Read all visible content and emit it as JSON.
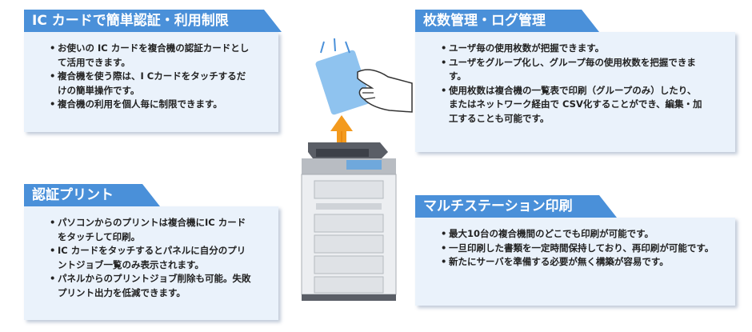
{
  "panels": {
    "ic_card": {
      "title": "IC カードで簡単認証・利用制限",
      "items": [
        "お使いの IC カードを複合機の認証カードとして活用できます。",
        "複合機を使う際は、I Cカードをタッチするだけの簡単操作です。",
        "複合機の利用を個人毎に制限できます。"
      ]
    },
    "auth_print": {
      "title": "認証プリント",
      "items": [
        "パソコンからのプリントは複合機にIC カードをタッチして印刷。",
        "IC カードをタッチするとパネルに自分のプリントジョブ一覧のみ表示されます。",
        "パネルからのプリントジョブ削除も可能。失敗プリント出力を低減できます。"
      ]
    },
    "count_mgmt": {
      "title": "枚数管理・ログ管理",
      "items": [
        "ユーザ毎の使用枚数が把握できます。",
        "ユーザをグループ化し、グループ毎の使用枚数を把握できます。",
        "使用枚数は複合機の一覧表で印刷（グループのみ）したり、またはネットワーク経由で CSV化することができ、編集・加工することも可能です。"
      ]
    },
    "multi_station": {
      "title": "マルチステーション印刷",
      "items": [
        "最大10台の複合機間のどこでも印刷が可能です。",
        "一旦印刷した書類を一定時間保持しており、再印刷が可能です。",
        "新たにサーバを準備する必要が無く構築が容易です。"
      ]
    }
  },
  "colors": {
    "tab": "#4a90d9",
    "panel_bg": "#eaf2fb",
    "card": "#8fc3ef",
    "arrow": "#f39a1e"
  }
}
